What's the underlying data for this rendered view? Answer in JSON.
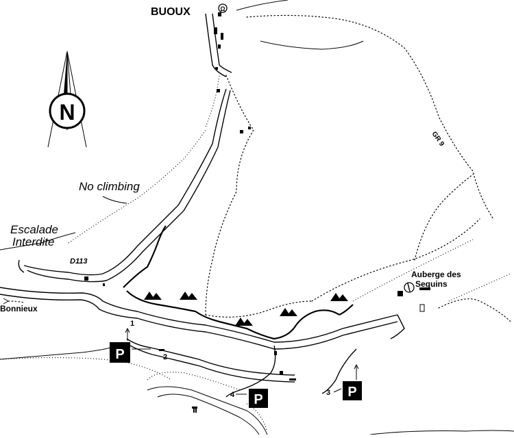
{
  "map": {
    "town_label": "BUOUX",
    "north_label": "N",
    "label_no_climbing": "No climbing",
    "label_escalade_line1": "Escalade",
    "label_escalade_line2": "Interdite",
    "road_label": "D113",
    "bonnieux_label": "Bonnieux",
    "auberge_line1": "Auberge des",
    "auberge_line2": "Seguins",
    "trail_label": "GR 9",
    "parking_symbol": "P",
    "parking_numbers": [
      "1",
      "2",
      "3",
      "4"
    ]
  }
}
